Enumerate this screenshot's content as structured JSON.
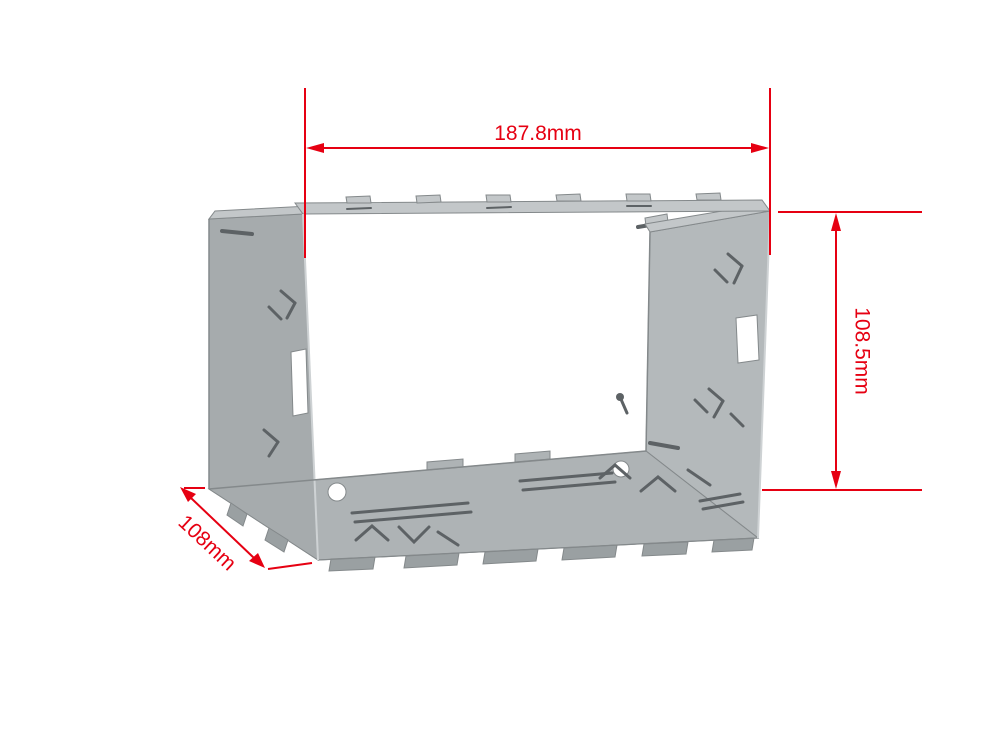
{
  "figure": {
    "name": "metal-mounting-cage-dimension-diagram"
  },
  "dimensions": {
    "width": {
      "value": "187.8mm"
    },
    "height": {
      "value": "108.5mm"
    },
    "depth": {
      "value": "108mm"
    }
  },
  "colors": {
    "dimension_red": "#e60012",
    "metal_left": "#a6abad",
    "metal_right": "#b4b9bb",
    "metal_floor": "#aeb3b5",
    "metal_top": "#c3c7c9",
    "metal_tab": "#9aa0a2",
    "metal_edge": "#84898b",
    "cutout_dark": "#5d6265",
    "background": "#ffffff"
  }
}
